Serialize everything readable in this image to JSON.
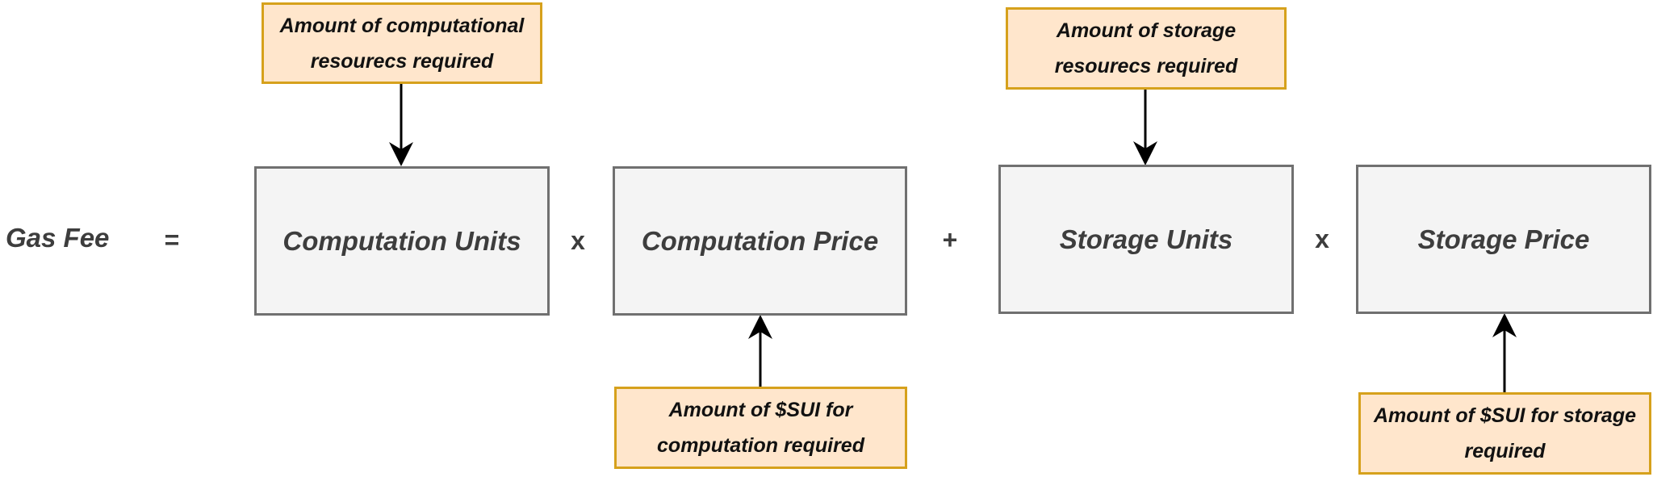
{
  "formula": {
    "lhs": "Gas Fee",
    "equals": "=",
    "terms": [
      "Computation Units",
      "Computation Price",
      "Storage Units",
      "Storage Price"
    ],
    "operators": [
      "x",
      "+",
      "x"
    ]
  },
  "annotations": {
    "computation_units": "Amount of computational resourecs required",
    "computation_price": "Amount of $SUI for computation required",
    "storage_units": "Amount of storage resourecs required",
    "storage_price": "Amount of $SUI for storage required"
  },
  "colors": {
    "box_fill": "#f4f4f4",
    "box_border": "#707070",
    "note_fill": "#ffe6cc",
    "note_border": "#d6a11c",
    "text": "#3d3d3d",
    "arrow": "#000000"
  }
}
